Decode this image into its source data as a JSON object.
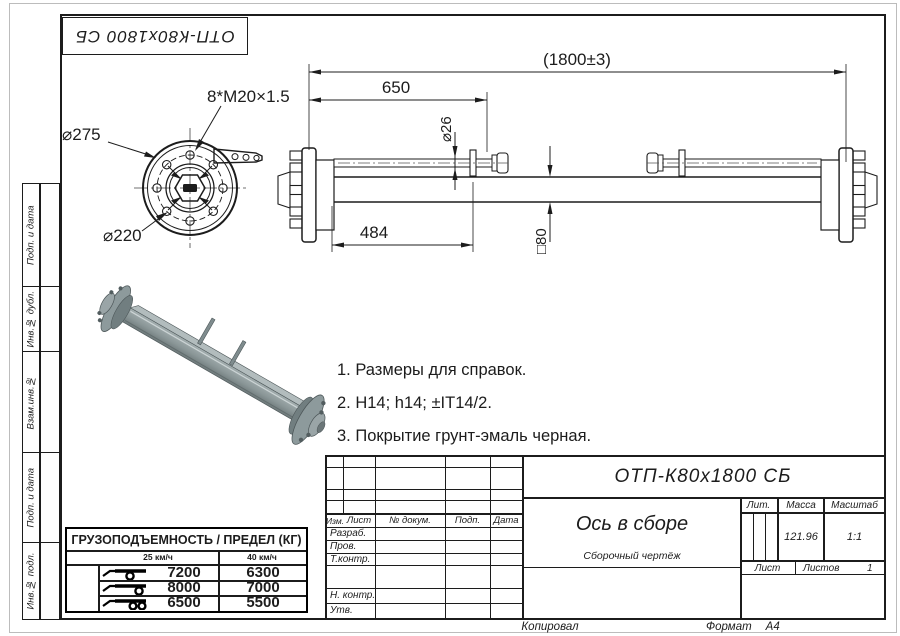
{
  "frame": {
    "doc_number_rotated": "ОТП-К80х1800 СБ",
    "copied": "Копировал",
    "format_label": "Формат",
    "format_value": "А4",
    "margin_labels": [
      "Подп. и дата",
      "Инв.№ дубл.",
      "Взам.инв.№",
      "Подп. и дата",
      "Инв.№ подл."
    ]
  },
  "drawing": {
    "dim_total": "(1800±3)",
    "dim_rod_len": "650",
    "dim_rod_dia": "⌀26",
    "dim_lever": "484",
    "dim_square": "□80",
    "dim_studs": "8*M20×1.5",
    "dim_hub_od": "⌀275",
    "dim_bolt_circle": "⌀220",
    "notes": [
      "1. Размеры для справок.",
      "2. H14; h14; ±IT14/2.",
      "3. Покрытие грунт-эмаль черная."
    ]
  },
  "load_table": {
    "title": "ГРУЗОПОДЪЕМНОСТЬ / ПРЕДЕЛ (КГ)",
    "speed_cols": [
      "25 км/ч",
      "40 км/ч"
    ],
    "rows": [
      {
        "icon": "trailer-center-axle",
        "limit_25": "7200",
        "limit_40": "6300"
      },
      {
        "icon": "trailer-rear-axle",
        "limit_25": "8000",
        "limit_40": "7000"
      },
      {
        "icon": "trailer-tandem-axle",
        "limit_25": "6500",
        "limit_40": "5500"
      }
    ]
  },
  "title_block": {
    "doc_number": "ОТП-К80х1800 СБ",
    "title": "Ось в сборе",
    "subtitle": "Сборочный чертёж",
    "rev_header": [
      "Изм.",
      "Лист",
      "№ докум.",
      "Подп.",
      "Дата"
    ],
    "signature_rows": [
      "Разраб.",
      "Пров.",
      "Т.контр.",
      "Н. контр.",
      "Утв."
    ],
    "lit": "Лит.",
    "mass": "Масса",
    "scale": "Масштаб",
    "mass_value": "121.96",
    "scale_value": "1:1",
    "sheet": "Лист",
    "sheets": "Листов",
    "sheets_count": "1"
  }
}
